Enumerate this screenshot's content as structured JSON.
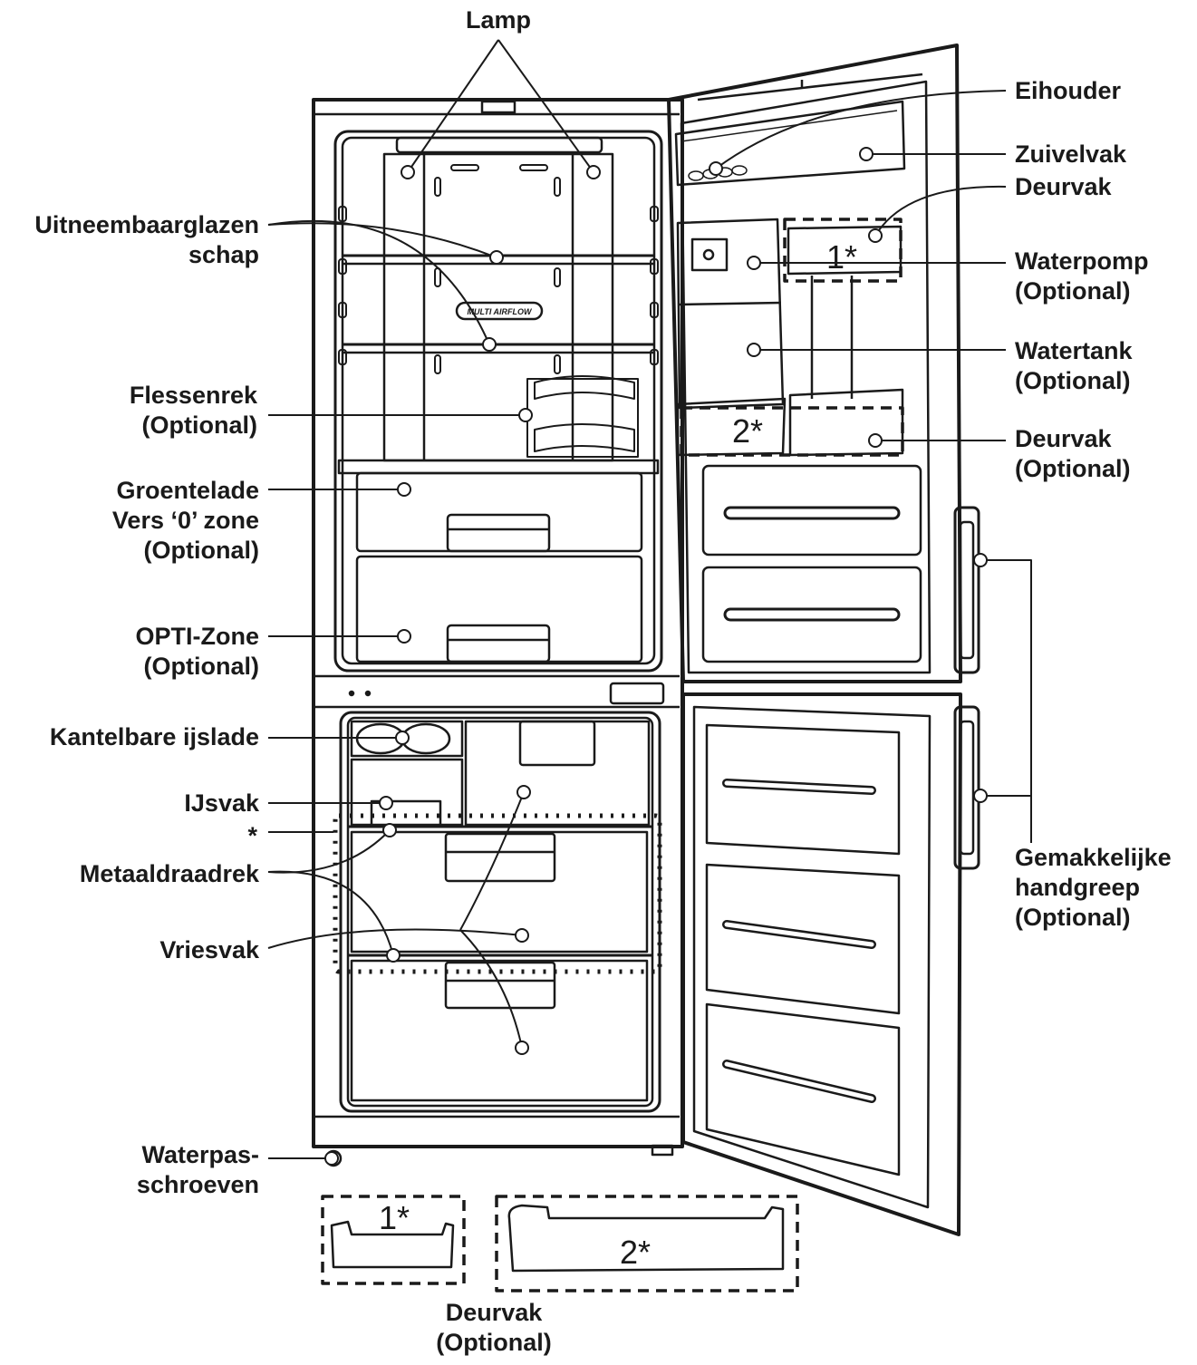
{
  "labels": {
    "lamp": "Lamp",
    "eihouder": "Eihouder",
    "zuivelvak": "Zuivelvak",
    "deurvak_top": "Deurvak",
    "waterpomp": "Waterpomp",
    "waterpomp_opt": "(Optional)",
    "watertank": "Watertank",
    "watertank_opt": "(Optional)",
    "deurvak_mid": "Deurvak",
    "deurvak_mid_opt": "(Optional)",
    "handgreep_1": "Gemakkelijke",
    "handgreep_2": "handgreep",
    "handgreep_opt": "(Optional)",
    "shelf_1": "Uitneembaarglazen",
    "shelf_2": "schap",
    "flessenrek": "Flessenrek",
    "flessenrek_opt": "(Optional)",
    "groentelade": "Groentelade",
    "vers_zone": "Vers ‘0’ zone",
    "vers_zone_opt": "(Optional)",
    "opti_zone": "OPTI-Zone",
    "opti_zone_opt": "(Optional)",
    "ijslade": "Kantelbare ijslade",
    "ijsvak": "IJsvak",
    "asterisk": "*",
    "metaaldraadrek": "Metaaldraadrek",
    "vriesvak": "Vriesvak",
    "waterpas_1": "Waterpas-",
    "waterpas_2": "schroeven",
    "deurvak_bottom": "Deurvak",
    "deurvak_bottom_opt": "(Optional)"
  },
  "markers": {
    "one_star": "1*",
    "two_star": "2*"
  },
  "badge_text": "MULTI AIRFLOW"
}
